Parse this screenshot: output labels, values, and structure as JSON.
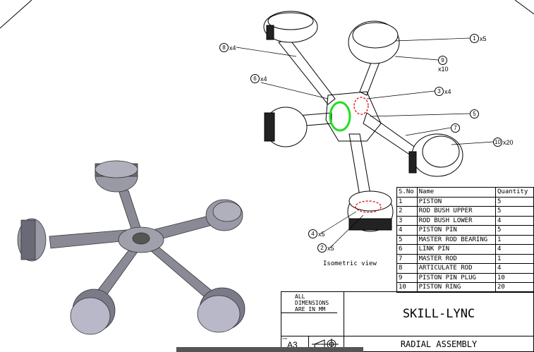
{
  "balloons": [
    {
      "num": "1",
      "qty": "x5"
    },
    {
      "num": "9",
      "qty": "x10"
    },
    {
      "num": "8",
      "qty": "x4"
    },
    {
      "num": "6",
      "qty": "x4"
    },
    {
      "num": "3",
      "qty": "x4"
    },
    {
      "num": "5",
      "qty": ""
    },
    {
      "num": "7",
      "qty": ""
    },
    {
      "num": "10",
      "qty": "x20"
    },
    {
      "num": "4",
      "qty": "x5"
    },
    {
      "num": "2",
      "qty": "x5"
    }
  ],
  "view_label": "Isometric view",
  "bom": {
    "headers": [
      "S.No",
      "Name",
      "Quantity"
    ],
    "rows": [
      [
        "1",
        "PISTON",
        "5"
      ],
      [
        "2",
        "ROD BUSH UPPER",
        "5"
      ],
      [
        "3",
        "ROD BUSH LOWER",
        "4"
      ],
      [
        "4",
        "PISTON PIN",
        "5"
      ],
      [
        "5",
        "MASTER ROD BEARING",
        "1"
      ],
      [
        "6",
        "LINK PIN",
        "4"
      ],
      [
        "7",
        "MASTER ROD",
        "1"
      ],
      [
        "8",
        "ARTICULATE ROD",
        "4"
      ],
      [
        "9",
        "PISTON PIN PLUG",
        "10"
      ],
      [
        "10",
        "PISTON RING",
        "20"
      ]
    ]
  },
  "title_block": {
    "note": "ALL DIMENSIONS ARE IN MM",
    "company": "SKILL-LYNC",
    "size_label": "SIZE",
    "size": "A3",
    "title": "RADIAL ASSEMBLY"
  },
  "colors": {
    "highlight_green": "#22dd22",
    "highlight_red": "#ee2222",
    "part_gray": "#8a8a96"
  }
}
